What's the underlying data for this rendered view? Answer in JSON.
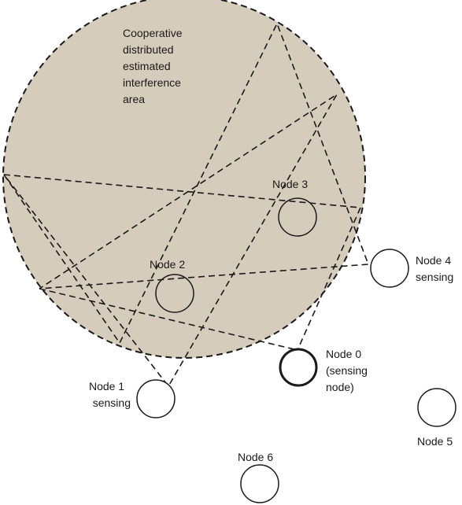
{
  "diagram": {
    "colors": {
      "area_fill": "#d6ccbb",
      "stroke": "#1a1a1a",
      "node_fill": "#ffffff"
    },
    "area_label": [
      "Cooperative",
      "distributed",
      "estimated",
      "interference",
      "area"
    ],
    "nodes": [
      {
        "id": "node-0",
        "label_lines": [
          "Node 0",
          "(sensing",
          "node)"
        ],
        "sensing_node": true
      },
      {
        "id": "node-1",
        "label_lines": [
          "Node 1",
          "sensing"
        ],
        "sensing_node": false
      },
      {
        "id": "node-2",
        "label_lines": [
          "Node 2"
        ],
        "sensing_node": false
      },
      {
        "id": "node-3",
        "label_lines": [
          "Node 3"
        ],
        "sensing_node": false
      },
      {
        "id": "node-4",
        "label_lines": [
          "Node 4",
          "sensing"
        ],
        "sensing_node": false
      },
      {
        "id": "node-5",
        "label_lines": [
          "Node 5"
        ],
        "sensing_node": false
      },
      {
        "id": "node-6",
        "label_lines": [
          "Node 6"
        ],
        "sensing_node": false
      }
    ]
  }
}
